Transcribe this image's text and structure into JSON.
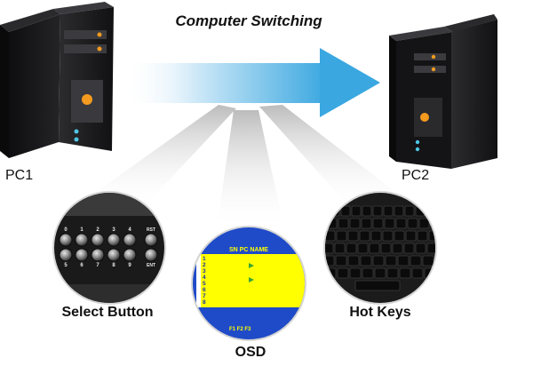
{
  "title": "Computer Switching",
  "pc_left_label": "PC1",
  "pc_right_label": "PC2",
  "features": [
    {
      "label": "Select Button"
    },
    {
      "label": "OSD"
    },
    {
      "label": "Hot Keys"
    }
  ],
  "select_panel": {
    "top_row_labels": [
      "0",
      "1",
      "2",
      "3",
      "4",
      "RST"
    ],
    "bottom_row_labels": [
      "5",
      "6",
      "7",
      "8",
      "9",
      "ENT"
    ]
  },
  "osd_screen": {
    "header_text": "SN PC NAME",
    "row_numbers": [
      "1",
      "2",
      "3",
      "4",
      "5",
      "6",
      "7",
      "8"
    ],
    "footer_text": "F1  F2  F3",
    "colors": {
      "body": "#ffff00",
      "frame": "#1f4bc8",
      "text": "#1b2fa8",
      "marker": "#3aa535"
    }
  },
  "colors": {
    "arrow": "#3aa7e0",
    "tower": "#1c1c1e",
    "accent": "#f39a1f",
    "led": "#4ec6e6"
  }
}
